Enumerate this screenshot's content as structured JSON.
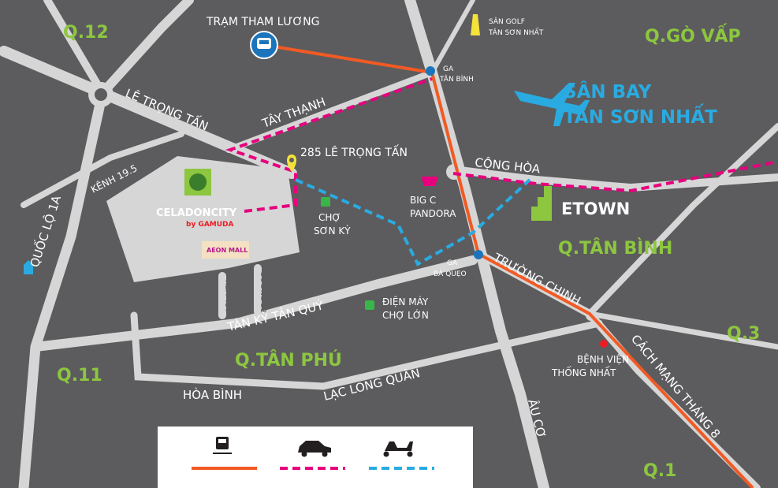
{
  "districts": {
    "q12": "Q.12",
    "go_vap": "Q.GÒ VẤP",
    "tan_binh": "Q.TÂN BÌNH",
    "tan_phu": "Q.TÂN PHÚ",
    "q11": "Q.11",
    "q3": "Q.3",
    "q1": "Q.1"
  },
  "airport": {
    "line1": "SÂN BAY",
    "line2": "TÂN SƠN NHẤT",
    "color": "#29abe2"
  },
  "roads": {
    "le_trong_tan": "LÊ TRỌNG TẤN",
    "tay_thanh": "TÂY THẠNH",
    "kenh_19_5": "KÊNH 19.5",
    "quoc_lo_1a": "QUỐC LỘ 1A",
    "cong_hoa": "CỘNG HÒA",
    "truong_chinh": "TRƯỜNG CHINH",
    "tan_ky_tan_quy": "TÂN KỲ TÂN QUÝ",
    "hoa_binh": "HÒA BÌNH",
    "lac_long_quan": "LẠC LONG QUÂN",
    "au_co": "ÂU CƠ",
    "cach_mang_thang_8": "CÁCH MẠNG THÁNG 8",
    "hem_414": "HẺM 414",
    "duong_d2": "ĐƯỜNG D2"
  },
  "places": {
    "tram_tham_luong": "TRẠM THAM LƯƠNG",
    "san_golf_1": "SÂN GOLF",
    "san_golf_2": "TÂN SƠN NHẤT",
    "ga_tan_binh_1": "GA",
    "ga_tan_binh_2": "TÂN BÌNH",
    "address": "285 LÊ TRỌNG TẤN",
    "bic_c_1": "BIG C",
    "bic_c_2": "PANDORA",
    "cho_son_ky_1": "CHỢ",
    "cho_son_ky_2": "SƠN KỲ",
    "ga_ba_queo_1": "GA",
    "ga_ba_queo_2": "BÀ QUẸO",
    "dien_may_1": "ĐIỆN MÁY",
    "dien_may_2": "CHỢ LỚN",
    "benh_vien_1": "BỆNH VIỆN",
    "benh_vien_2": "THỐNG NHẤT",
    "etown": "ETOWN"
  },
  "project": {
    "name": "CELADONCITY",
    "by": "by GAMUDA",
    "mall": "AEON MALL"
  },
  "legend": [
    {
      "mode": "train",
      "icon": "train-icon",
      "color": "#f15a24",
      "style": "solid"
    },
    {
      "mode": "car",
      "icon": "car-icon",
      "color": "#e6007e",
      "style": "dashed"
    },
    {
      "mode": "motorbike",
      "icon": "motorbike-icon",
      "color": "#29abe2",
      "style": "dashed"
    }
  ],
  "colors": {
    "background": "#5c5c5e",
    "road": "#d8d8d8",
    "district": "#8dc63f",
    "train": "#f15a24",
    "car": "#e6007e",
    "motorbike": "#29abe2",
    "station": "#1c75bc"
  }
}
